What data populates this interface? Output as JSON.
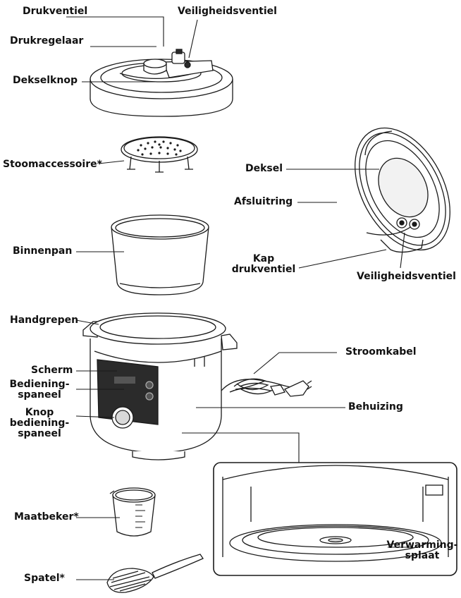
{
  "labels": {
    "drukventiel": "Drukventiel",
    "veiligheidsventiel_top": "Veiligheidsventiel",
    "drukregelaar": "Drukregelaar",
    "dekselknop": "Dekselknop",
    "stoomaccessoire": "Stoomaccessoire*",
    "deksel": "Deksel",
    "afsluitring": "Afsluitring",
    "kap_drukventiel": "Kap\ndrukventiel",
    "veiligheidsventiel_right": "Veiligheidsventiel",
    "binnenpan": "Binnenpan",
    "handgrepen": "Handgrepen",
    "stroomkabel": "Stroomkabel",
    "scherm": "Scherm",
    "bedieningspaneel": "Bediening-\nspaneel",
    "knop_bedieningspaneel": "Knop\nbediening-\nspaneel",
    "behuizing": "Behuizing",
    "maatbeker": "Maatbeker*",
    "verwarmingsplaat": "Verwarming-\nsplaat",
    "spatel": "Spatel*"
  },
  "colors": {
    "line": "#1a1a1a",
    "fill": "#ffffff",
    "shade": "#d9d9d9",
    "dark": "#2b2b2b"
  }
}
